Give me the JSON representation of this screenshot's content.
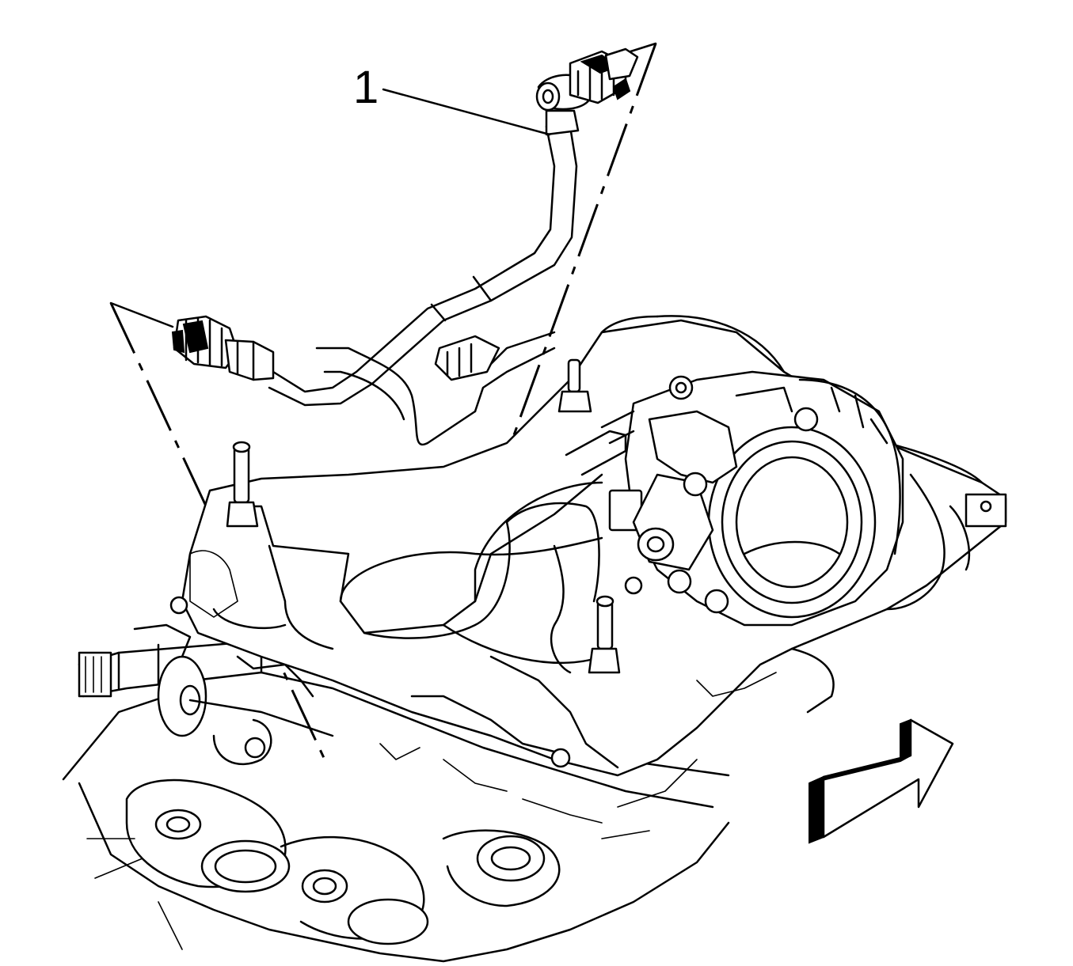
{
  "diagram": {
    "callouts": [
      {
        "id": "1",
        "label": "1"
      }
    ],
    "components": [
      "vent-hose",
      "hose-connector-upper",
      "hose-connector-lower",
      "intake-manifold",
      "throttle-body",
      "cylinder-head",
      "view-direction-arrow"
    ]
  }
}
